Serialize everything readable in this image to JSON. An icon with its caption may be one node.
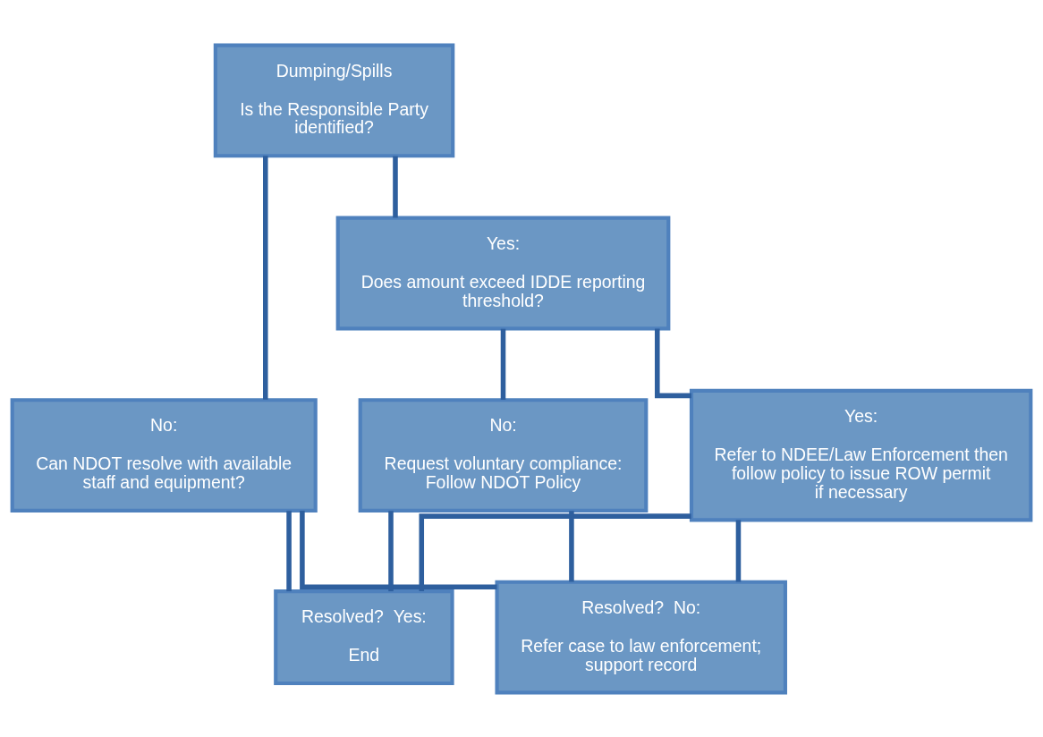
{
  "diagram": {
    "nodes": [
      {
        "text": [
          "Dumping/Spills",
          "Is the Responsible Party identified?"
        ]
      },
      {
        "text": [
          "Yes:",
          "Does amount exceed IDDE reporting threshold?"
        ]
      },
      {
        "text": [
          "No:",
          "Can NDOT resolve with available staff and equipment?"
        ]
      },
      {
        "text": [
          "Yes:",
          "Refer to NDEE/Law Enforcement then follow policy to issue ROW permit if necessary"
        ]
      },
      {
        "text": [
          "No:",
          "Request voluntary compliance: Follow NDOT Policy"
        ]
      },
      {
        "text": [
          "Resolved?  Yes:",
          "End"
        ]
      },
      {
        "text": [
          "Resolved?  No:",
          "Refer case to law enforcement; support record"
        ]
      }
    ],
    "edges": [
      {
        "from": 0,
        "to": 1,
        "arrow": "none"
      },
      {
        "from": 0,
        "to": 2,
        "arrow": "none"
      },
      {
        "from": 1,
        "to": 3,
        "arrow": "none"
      },
      {
        "from": 1,
        "to": 4,
        "arrow": "none"
      },
      {
        "from": 3,
        "to": 5,
        "arrow": "none"
      },
      {
        "from": 3,
        "to": 6,
        "arrow": "none"
      },
      {
        "from": 4,
        "to": 5,
        "arrow": "none"
      },
      {
        "from": 4,
        "to": 6,
        "arrow": "none"
      },
      {
        "from": 2,
        "to": 5,
        "arrow": "none"
      },
      {
        "from": 2,
        "to": 6,
        "arrow": "none"
      }
    ]
  }
}
